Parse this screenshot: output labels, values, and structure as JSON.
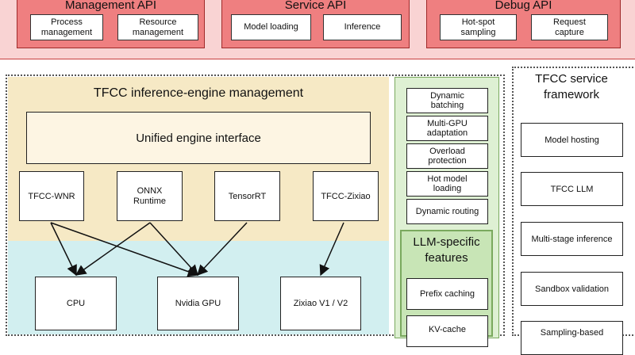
{
  "api_bar": {
    "groups": [
      {
        "title": "Management API",
        "items": [
          "Process\nmanagement",
          "Resource\nmanagement"
        ]
      },
      {
        "title": "Service API",
        "items": [
          "Model loading",
          "Inference"
        ]
      },
      {
        "title": "Debug API",
        "items": [
          "Hot-spot\nsampling",
          "Request\ncapture"
        ]
      }
    ]
  },
  "engine_management": {
    "title": "TFCC inference-engine management",
    "unified_interface": "Unified engine interface",
    "engines": [
      "TFCC-WNR",
      "ONNX\nRuntime",
      "TensorRT",
      "TFCC-Zixiao"
    ]
  },
  "hardware": {
    "targets": [
      "CPU",
      "Nvidia GPU",
      "Zixiao V1 / V2"
    ]
  },
  "edges": [
    {
      "from": "TFCC-WNR",
      "to": "CPU"
    },
    {
      "from": "TFCC-WNR",
      "to": "Nvidia GPU"
    },
    {
      "from": "ONNX\nRuntime",
      "to": "CPU"
    },
    {
      "from": "ONNX\nRuntime",
      "to": "Nvidia GPU"
    },
    {
      "from": "TensorRT",
      "to": "Nvidia GPU"
    },
    {
      "from": "TFCC-Zixiao",
      "to": "Zixiao V1 / V2"
    }
  ],
  "features": {
    "items": [
      "Dynamic\nbatching",
      "Multi-GPU\nadaptation",
      "Overload\nprotection",
      "Hot model\nloading",
      "Dynamic routing"
    ],
    "llm": {
      "title": "LLM-specific\nfeatures",
      "items": [
        "Prefix caching",
        "KV-cache"
      ]
    }
  },
  "service_framework": {
    "title": "TFCC service\nframework",
    "items": [
      "Model hosting",
      "TFCC LLM",
      "Multi-stage inference",
      "Sandbox validation",
      "Sampling-based"
    ]
  }
}
